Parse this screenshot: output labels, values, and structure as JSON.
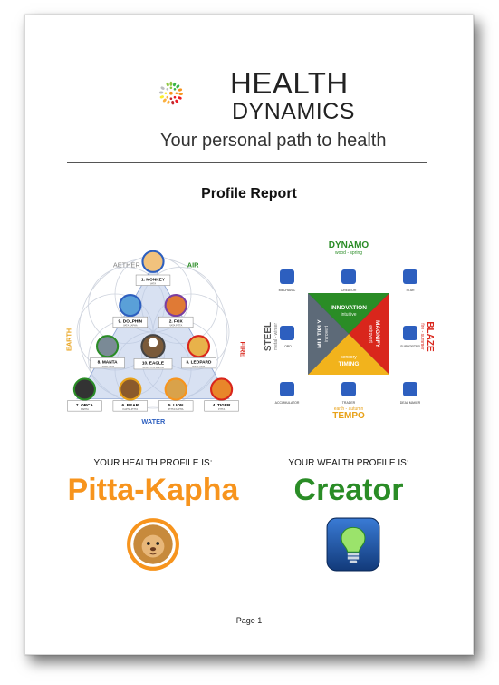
{
  "header": {
    "brand_line1": "HEALTH",
    "brand_line2": "DYNAMICS",
    "tagline": "Your personal path to health"
  },
  "report_title": "Profile Report",
  "health_diagram": {
    "elements": {
      "top_left": "AETHER",
      "top_right": "AIR",
      "left": "EARTH",
      "right": "FIRE",
      "bottom": "WATER"
    },
    "animals": [
      {
        "label": "1. MONKEY",
        "sub": "VATA"
      },
      {
        "label": "9. DOLPHIN",
        "sub": "VATA KAPHA"
      },
      {
        "label": "2. FOX",
        "sub": "VATA PITTA"
      },
      {
        "label": "8. MANTA",
        "sub": "KAPHA VATA"
      },
      {
        "label": "10. EAGLE",
        "sub": "VATA PITTA KAPHA"
      },
      {
        "label": "3. LEOPARD",
        "sub": "PITTA VATA"
      },
      {
        "label": "7. ORCA",
        "sub": "KAPHA"
      },
      {
        "label": "6. BEAR",
        "sub": "KAPHA PITTA"
      },
      {
        "label": "5. LION",
        "sub": "PITTA KAPHA"
      },
      {
        "label": "4. TIGER",
        "sub": "PITTA"
      }
    ]
  },
  "wealth_diagram": {
    "dynamo": {
      "title": "DYNAMO",
      "sub": "wood - spring"
    },
    "blaze": {
      "title": "BLAZE",
      "sub": "fire - summer"
    },
    "tempo": {
      "title": "TEMPO",
      "sub": "earth - autumn"
    },
    "steel": {
      "title": "STEEL",
      "sub": "metal - winter"
    },
    "quadrants": {
      "top": {
        "title": "INNOVATION",
        "sub": "intuitive"
      },
      "right": {
        "title": "MAGNIFY",
        "sub": "extrovert"
      },
      "bottom": {
        "title": "TIMING",
        "sub": "sensory"
      },
      "left": {
        "title": "MULTIPLY",
        "sub": "introvert"
      }
    },
    "profiles": [
      "MECHANIC",
      "CREATOR",
      "STAR",
      "LORD",
      "SUPPORTER",
      "ACCUMULATOR",
      "TRADER",
      "DEAL MAKER"
    ]
  },
  "health_profile": {
    "label": "YOUR HEALTH PROFILE IS:",
    "value": "Pitta-Kapha",
    "color": "#f7941d"
  },
  "wealth_profile": {
    "label": "YOUR WEALTH PROFILE IS:",
    "value": "Creator",
    "color": "#2a8c26"
  },
  "footer": {
    "page": "Page 1"
  }
}
